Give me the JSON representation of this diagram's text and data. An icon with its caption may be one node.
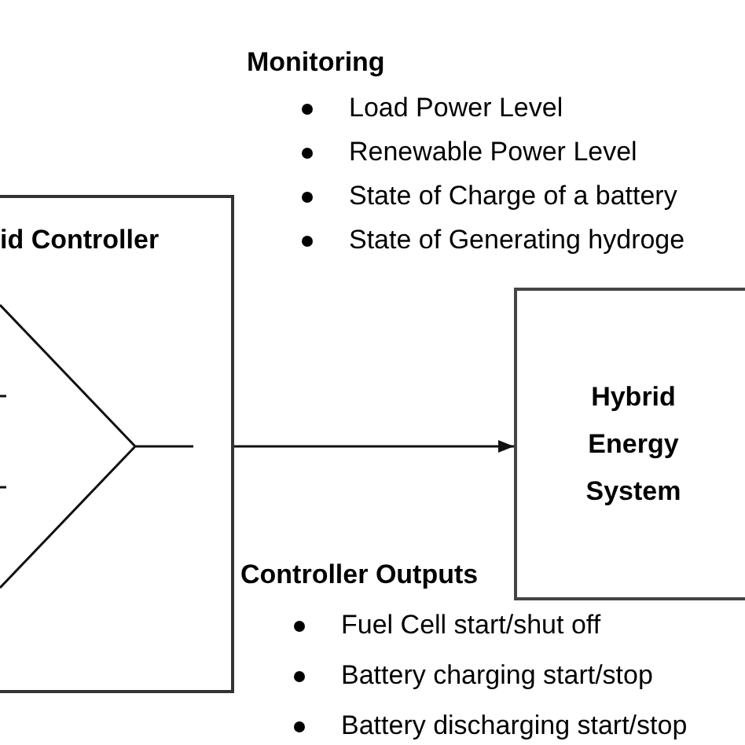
{
  "diagram": {
    "nodes": [
      {
        "text": [
          "id Controller"
        ]
      },
      {
        "text": [
          "Hybrid Energy System"
        ]
      }
    ],
    "edges": [
      {
        "from": 0,
        "to": 1,
        "arrow": "to"
      }
    ],
    "labels": [
      "Monitoring",
      "Load Power Level",
      "Renewable Power Level",
      "State of Charge of a battery",
      "State of Generating hydroge",
      "Controller Outputs",
      "Fuel Cell start/shut off",
      "Battery charging start/stop",
      "Battery discharging start/stop"
    ]
  }
}
